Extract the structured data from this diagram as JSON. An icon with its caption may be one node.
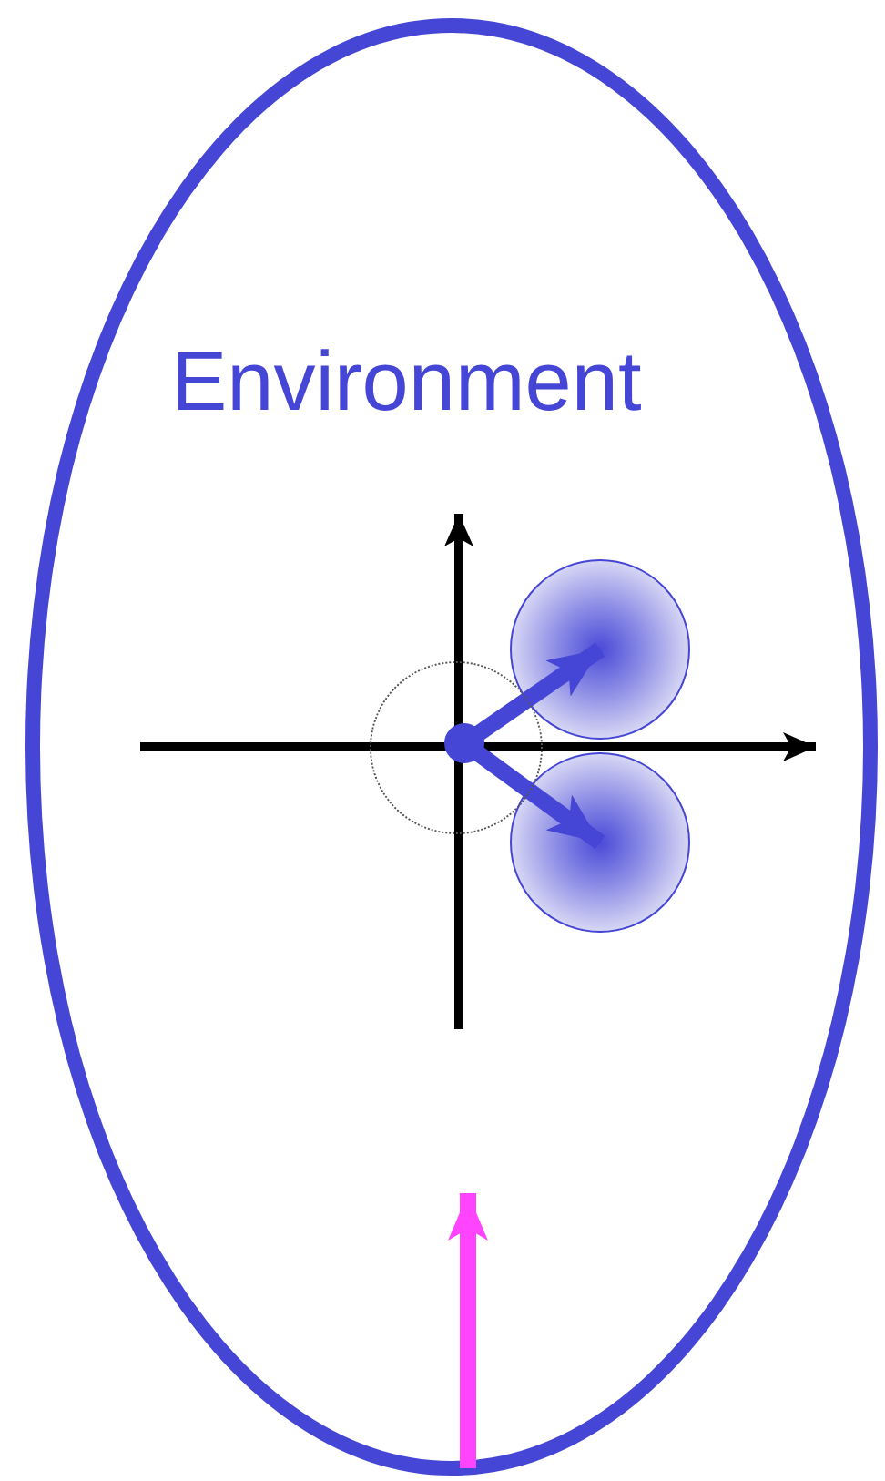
{
  "diagram": {
    "nodes": [
      {
        "text": [
          "Environment"
        ]
      },
      {
        "text": [],
        "shape": "circle",
        "in": 0
      },
      {
        "text": [],
        "shape": "circle",
        "in": 1
      },
      {
        "text": [],
        "shape": "circle",
        "in": 0
      },
      {
        "text": [],
        "shape": "circle",
        "in": 0
      }
    ],
    "edges": [
      {
        "from": 2,
        "to": 3,
        "arrow": "to"
      },
      {
        "from": 2,
        "to": 4,
        "arrow": "to"
      },
      {
        "from": 0,
        "to": null,
        "arrow": "to",
        "color": "#ff44ff"
      }
    ]
  }
}
